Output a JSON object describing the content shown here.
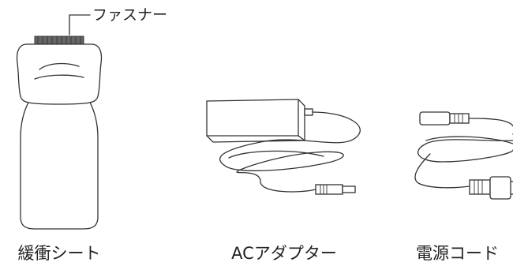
{
  "labels": {
    "fastener": "ファスナー",
    "cushion_sheet": "緩衝シート",
    "ac_adapter": "ACアダプター",
    "power_cord": "電源コード"
  }
}
